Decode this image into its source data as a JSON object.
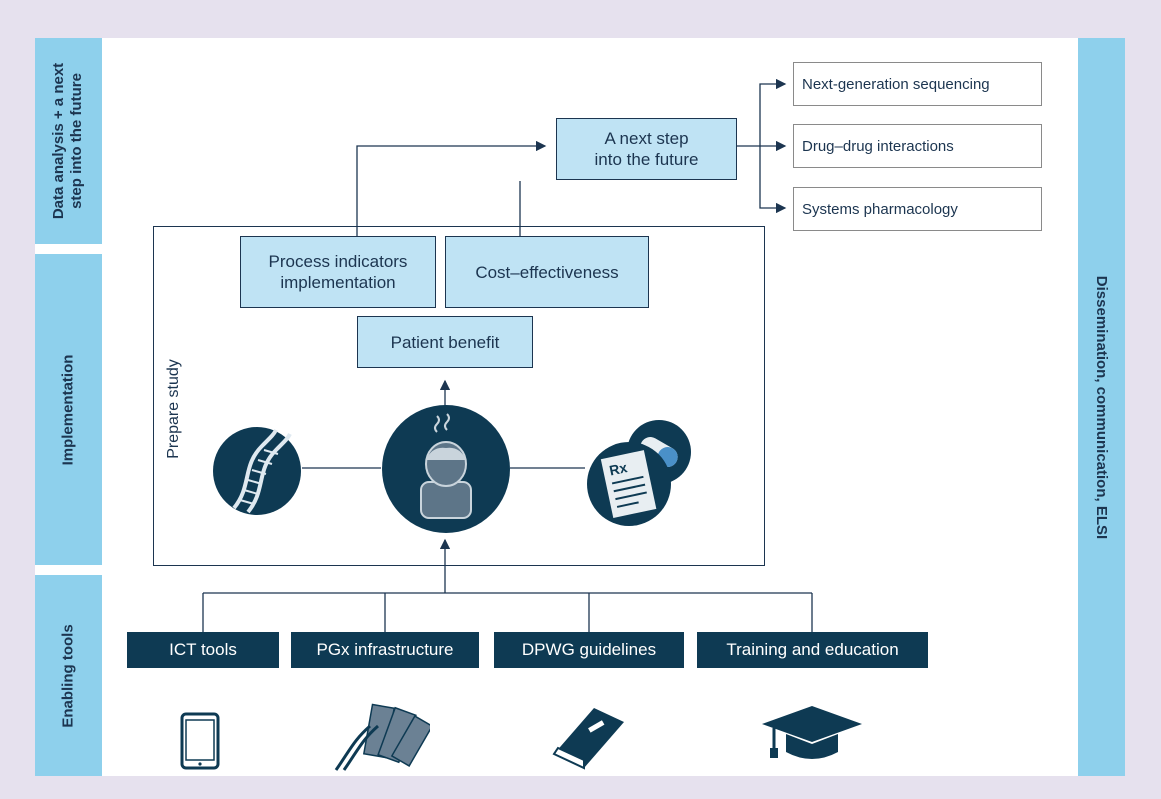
{
  "sidebars": {
    "data_analysis": "Data analysis + a next step into the future",
    "data_analysis_line1": "Data analysis + a next",
    "data_analysis_line2": "step into the future",
    "implementation": "Implementation",
    "enabling_tools": "Enabling tools",
    "dissemination": "Dissemination, communication, ELSI"
  },
  "future": {
    "main_line1": "A next step",
    "main_line2": "into the future",
    "outcomes": [
      "Next-generation sequencing",
      "Drug–drug interactions",
      "Systems pharmacology"
    ]
  },
  "study": {
    "label": "Prepare study",
    "process_line1": "Process indicators",
    "process_line2": "implementation",
    "cost": "Cost–effectiveness",
    "benefit": "Patient benefit"
  },
  "tools": [
    "ICT tools",
    "PGx infrastructure",
    "DPWG guidelines",
    "Training and education"
  ],
  "icons": {
    "study": [
      "dna-icon",
      "patient-icon",
      "prescription-pill-icon"
    ],
    "tools": [
      "tablet-icon",
      "dna-genotype-cards-icon",
      "book-icon",
      "graduation-cap-icon"
    ]
  },
  "colors": {
    "background": "#e6e1ee",
    "sidebar": "#8ed0ec",
    "light_box": "#bfe3f4",
    "dark": "#0e3a53",
    "text": "#1c3550"
  }
}
